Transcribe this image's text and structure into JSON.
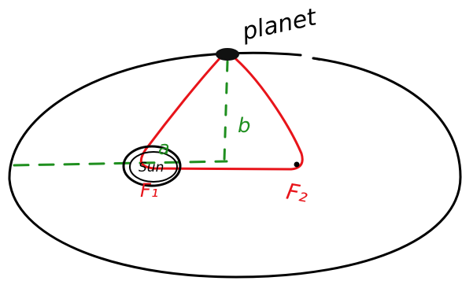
{
  "labels": {
    "planet": "planet",
    "sun": "Sun",
    "focus1": "F₁",
    "focus2": "F₂",
    "semi_major": "a",
    "semi_minor": "b"
  },
  "colors": {
    "orbit": "#000000",
    "triangle": "#e8141a",
    "axes": "#1f8f1f",
    "planet_fill": "#111111"
  }
}
